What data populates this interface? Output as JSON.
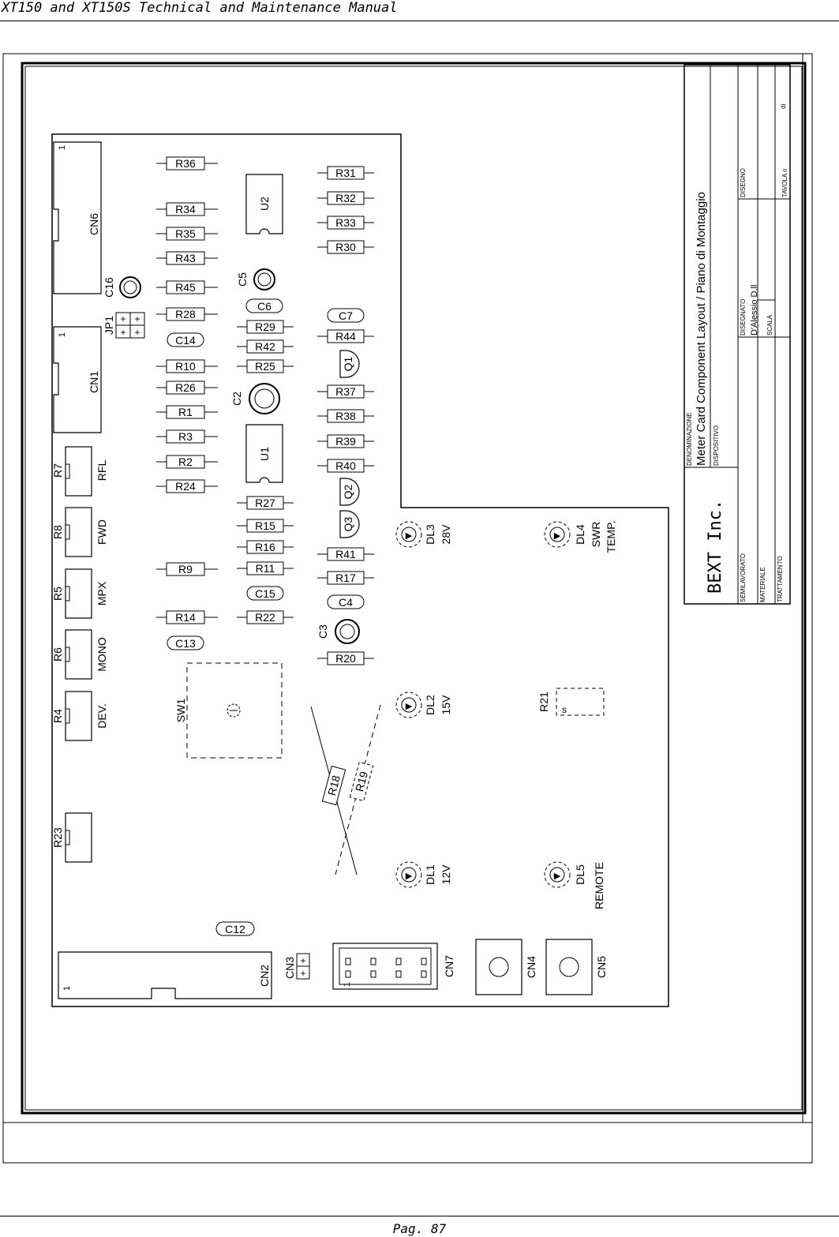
{
  "header": {
    "title": "XT150 and XT150S Technical and Maintenance Manual"
  },
  "footer": {
    "page": "Pag. 87"
  },
  "title_block": {
    "denominazione_label": "DENOMINAZIONE",
    "title": "Meter Card Component Layout / Piano di Montaggio",
    "dispositivo_label": "DISPOSITIVO",
    "company": "BEXT Inc.",
    "semilavorato_label": "SEMILAVORATO",
    "materiale_label": "MATERIALE",
    "trattamento_label": "TRATTAMENTO",
    "disegnato_label": "DISEGNATO",
    "disegnato_value": "D'Alessio D.ll",
    "scala_label": "SCALA",
    "disegno_label": "DISEGNO",
    "tavola_label": "TAVOLA n",
    "di_label": "di"
  },
  "components": {
    "resistors": {
      "R1": "R1",
      "R2": "R2",
      "R3": "R3",
      "R9": "R9",
      "R10": "R10",
      "R11": "R11",
      "R14": "R14",
      "R15": "R15",
      "R16": "R16",
      "R17": "R17",
      "R18": "R18",
      "R19": "R19",
      "R20": "R20",
      "R22": "R22",
      "R24": "R24",
      "R25": "R25",
      "R26": "R26",
      "R27": "R27",
      "R28": "R28",
      "R29": "R29",
      "R30": "R30",
      "R31": "R31",
      "R32": "R32",
      "R33": "R33",
      "R34": "R34",
      "R35": "R35",
      "R36": "R36",
      "R37": "R37",
      "R38": "R38",
      "R39": "R39",
      "R40": "R40",
      "R41": "R41",
      "R42": "R42",
      "R43": "R43",
      "R44": "R44",
      "R45": "R45"
    },
    "capacitors": {
      "C2": "C2",
      "C3": "C3",
      "C4": "C4",
      "C5": "C5",
      "C6": "C6",
      "C7": "C7",
      "C12": "C12",
      "C13": "C13",
      "C14": "C14",
      "C15": "C15",
      "C16": "C16"
    },
    "transistors": {
      "Q1": "Q1",
      "Q2": "Q2",
      "Q3": "Q3"
    },
    "ics": {
      "U1": "U1",
      "U2": "U2"
    },
    "leds": {
      "DL1": "DL1",
      "DL1_v": "12V",
      "DL2": "DL2",
      "DL2_v": "15V",
      "DL3": "DL3",
      "DL3_v": "28V",
      "DL4": "DL4",
      "DL4_a": "SWR",
      "DL4_b": "TEMP.",
      "DL5": "DL5",
      "DL5_a": "REMOTE"
    },
    "trimmers": {
      "R7": "R7",
      "R7_l": "RFL",
      "R8": "R8",
      "R8_l": "FWD",
      "R5": "R5",
      "R5_l": "MPX",
      "R6": "R6",
      "R6_l": "MONO",
      "R4": "R4",
      "R4_l": "DEV.",
      "R23": "R23",
      "R21": "R21",
      "R21_s": "s"
    },
    "connectors": {
      "CN1": "CN1",
      "CN2": "CN2",
      "CN3": "CN3",
      "CN4": "CN4",
      "CN5": "CN5",
      "CN6": "CN6",
      "CN7": "CN7",
      "JP1": "JP1",
      "SW1": "SW1",
      "pin1": "1"
    }
  }
}
